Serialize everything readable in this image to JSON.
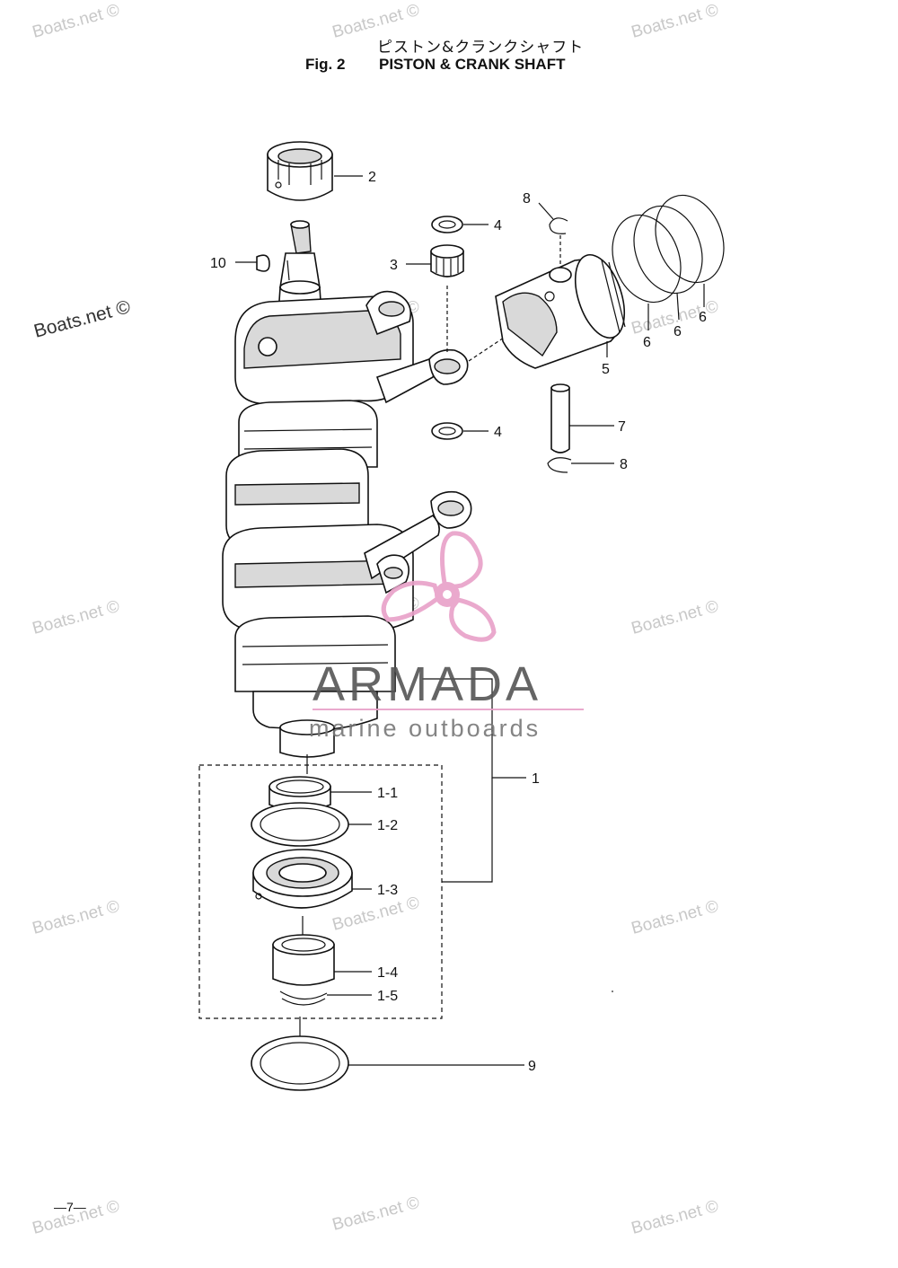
{
  "header": {
    "title_jp": "ピストン&クランクシャフト",
    "fig_no": "Fig. 2",
    "title": "PISTON & CRANK SHAFT"
  },
  "watermark": {
    "text": "Boats.net ©"
  },
  "logo": {
    "name": "ARMADA",
    "tagline": "marine outboards",
    "color": "#e8a0c8"
  },
  "callouts": [
    {
      "id": "2",
      "label": "2"
    },
    {
      "id": "10",
      "label": "10"
    },
    {
      "id": "4a",
      "label": "4"
    },
    {
      "id": "3",
      "label": "3"
    },
    {
      "id": "8a",
      "label": "8"
    },
    {
      "id": "6a",
      "label": "6"
    },
    {
      "id": "6b",
      "label": "6"
    },
    {
      "id": "6c",
      "label": "6"
    },
    {
      "id": "5",
      "label": "5"
    },
    {
      "id": "7",
      "label": "7"
    },
    {
      "id": "4b",
      "label": "4"
    },
    {
      "id": "8b",
      "label": "8"
    },
    {
      "id": "1",
      "label": "1"
    },
    {
      "id": "1-1",
      "label": "1-1"
    },
    {
      "id": "1-2",
      "label": "1-2"
    },
    {
      "id": "1-3",
      "label": "1-3"
    },
    {
      "id": "1-4",
      "label": "1-4"
    },
    {
      "id": "1-5",
      "label": "1-5"
    },
    {
      "id": "9",
      "label": "9"
    }
  ],
  "footer": {
    "page": "—7—"
  }
}
